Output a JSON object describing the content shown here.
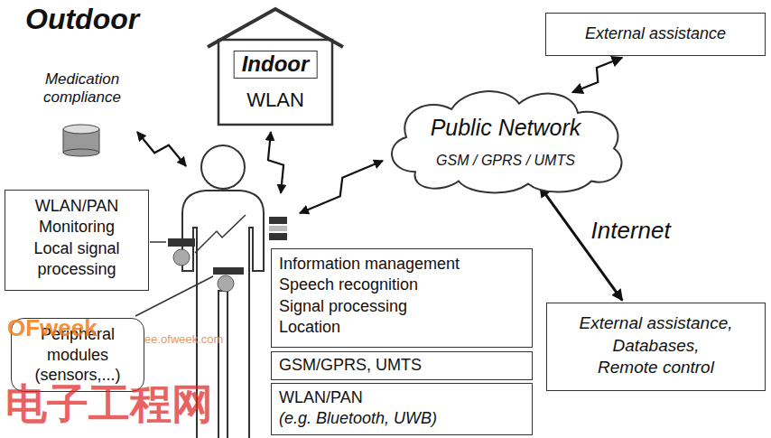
{
  "diagram": {
    "nodes": [
      {
        "text": [
          "WLAN"
        ]
      },
      {
        "text": [
          "Indoor"
        ],
        "in": 0
      },
      {
        "text": [
          "External assistance"
        ]
      },
      {
        "text": [
          "Public Network",
          "GSM / GPRS / UMTS"
        ]
      },
      {
        "text": [
          "WLAN/PAN",
          "Monitoring",
          "Local signal processing"
        ]
      },
      {
        "text": [
          "Information management",
          "Speech recognition",
          "Signal processing",
          "Location"
        ]
      },
      {
        "text": [
          "External assistance,",
          "Databases,",
          "Remote control"
        ]
      },
      {
        "text": [
          "GSM/GPRS, UMTS"
        ]
      },
      {
        "text": [
          "Peripheral modules (sensors,...)"
        ]
      },
      {
        "text": [
          "WLAN/PAN",
          "(e.g. Bluetooth, UWB)"
        ]
      }
    ],
    "edges": [
      {
        "from": 2,
        "to": 3,
        "arrow": "both"
      },
      {
        "from": 3,
        "to": 6,
        "label": "Internet",
        "arrow": "both"
      }
    ],
    "labels": [
      "Outdoor",
      "Medication compliance",
      "OFweek",
      "ee.ofweek.com",
      "电子工程网"
    ]
  }
}
